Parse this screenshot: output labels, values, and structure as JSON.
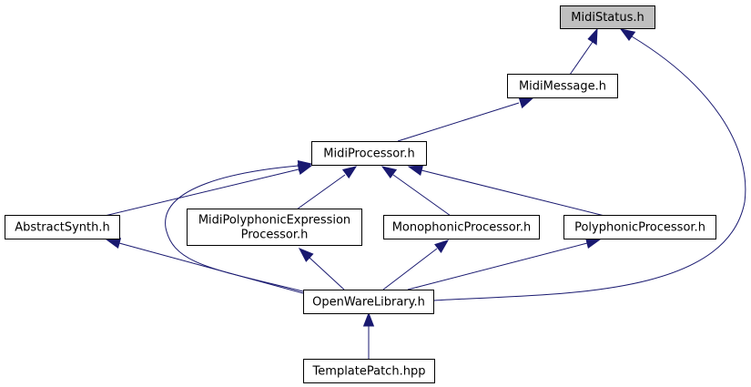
{
  "colors": {
    "node_fill": "#ffffff",
    "highlight_fill": "#bfbfbf",
    "node_border": "#000000",
    "edge": "#191970"
  },
  "nodes": {
    "midi_status": "MidiStatus.h",
    "midi_message": "MidiMessage.h",
    "midi_processor": "MidiProcessor.h",
    "abstract_synth": "AbstractSynth.h",
    "mpe_processor_line1": "MidiPolyphonicExpression",
    "mpe_processor_line2": "Processor.h",
    "monophonic_processor": "MonophonicProcessor.h",
    "polyphonic_processor": "PolyphonicProcessor.h",
    "openware_library": "OpenWareLibrary.h",
    "template_patch": "TemplatePatch.hpp"
  },
  "edges": [
    {
      "from": "midi_message",
      "to": "midi_status"
    },
    {
      "from": "openware_library",
      "to": "midi_status"
    },
    {
      "from": "midi_processor",
      "to": "midi_message"
    },
    {
      "from": "abstract_synth",
      "to": "midi_processor"
    },
    {
      "from": "mpe_processor",
      "to": "midi_processor"
    },
    {
      "from": "monophonic_processor",
      "to": "midi_processor"
    },
    {
      "from": "polyphonic_processor",
      "to": "midi_processor"
    },
    {
      "from": "openware_library",
      "to": "midi_processor"
    },
    {
      "from": "openware_library",
      "to": "abstract_synth"
    },
    {
      "from": "openware_library",
      "to": "mpe_processor"
    },
    {
      "from": "openware_library",
      "to": "monophonic_processor"
    },
    {
      "from": "openware_library",
      "to": "polyphonic_processor"
    },
    {
      "from": "template_patch",
      "to": "openware_library"
    }
  ]
}
